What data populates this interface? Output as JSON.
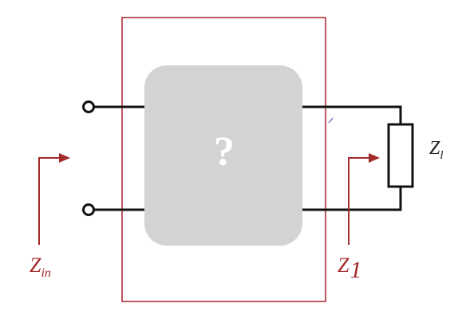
{
  "diagram": {
    "unknown_box_symbol": "?",
    "labels": {
      "z_in": {
        "base": "Z",
        "sub": "in"
      },
      "z_1": {
        "base": "Z",
        "sub": "1"
      },
      "z_l": {
        "base": "Z",
        "sub": "l"
      }
    },
    "colors": {
      "wire": "#111111",
      "frame": "#b0303a",
      "arrow": "#a32a2a",
      "box_fill": "#d3d3d3",
      "label": "#a32a2a",
      "question": "#ffffff",
      "load_label": "#222222"
    }
  }
}
